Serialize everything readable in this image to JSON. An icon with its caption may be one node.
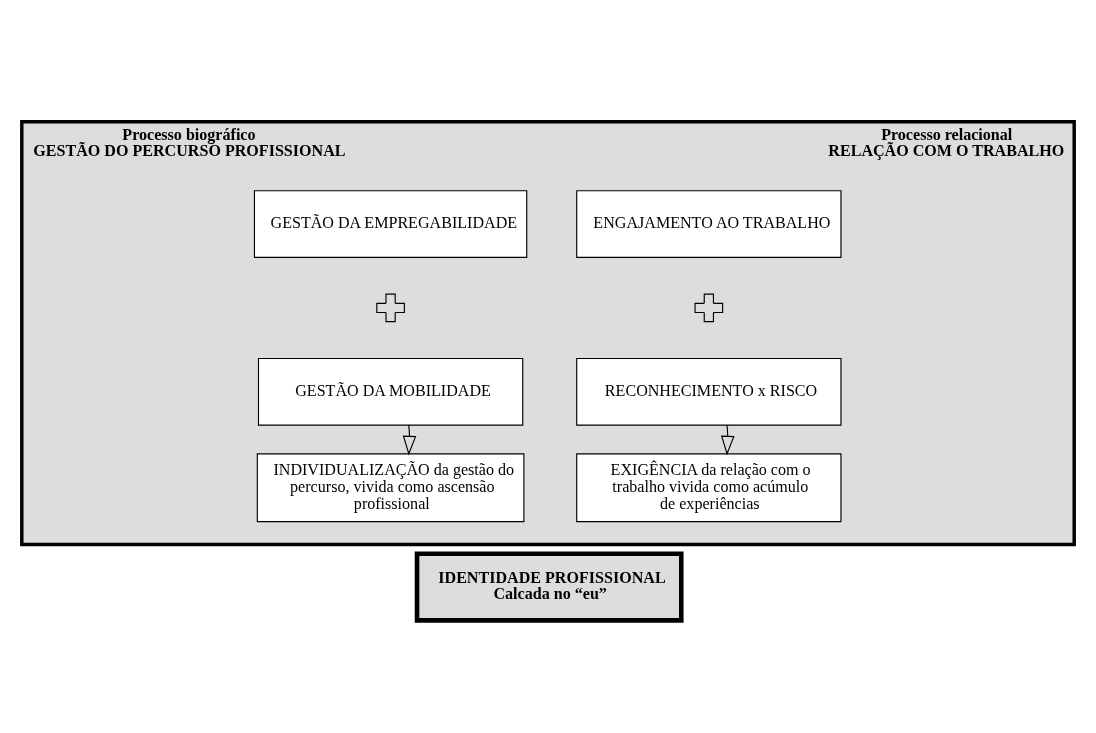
{
  "diagram": {
    "nodes": [
      {
        "text": [
          "Processo biográfico",
          "GESTÃO DO PERCURSO PROFISSIONAL",
          "Processo relacional",
          "RELAÇÃO COM O TRABALHO"
        ]
      },
      {
        "text": [
          "GESTÃO DA EMPREGABILIDADE"
        ],
        "in": 0
      },
      {
        "text": [
          "ENGAJAMENTO AO TRABALHO"
        ],
        "in": 0
      },
      {
        "text": [],
        "shape": "plus",
        "in": 0
      },
      {
        "text": [],
        "shape": "plus",
        "in": 0
      },
      {
        "text": [
          "GESTÃO DA MOBILIDADE"
        ],
        "in": 0
      },
      {
        "text": [
          "RECONHECIMENTO x RISCO"
        ],
        "in": 0
      },
      {
        "text": [
          "INDIVIDUALIZAÇÃO da gestão do percurso, vivida como ascensão profissional"
        ],
        "in": 0
      },
      {
        "text": [
          "EXIGÊNCIA da relação com o trabalho vivida como acúmulo de experiências"
        ],
        "in": 0
      },
      {
        "text": [
          "IDENTIDADE PROFISSIONAL",
          "Calcada no “eu”"
        ]
      }
    ],
    "edges": [
      {
        "from": 5,
        "to": 7,
        "arrow": "to"
      },
      {
        "from": 6,
        "to": 8,
        "arrow": "to"
      }
    ]
  }
}
